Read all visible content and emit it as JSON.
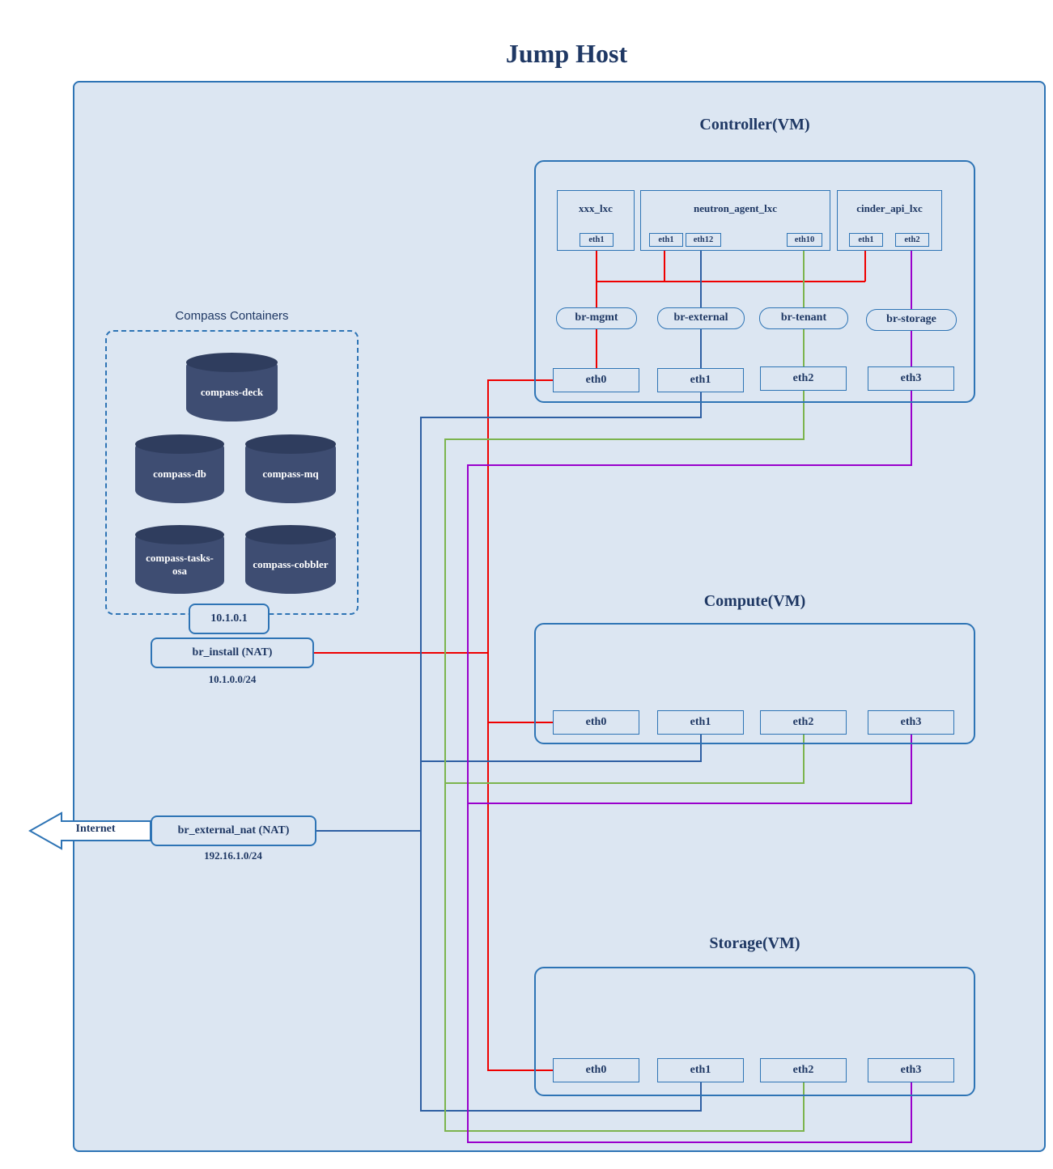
{
  "title": "Jump Host",
  "internet": {
    "label": "Internet"
  },
  "install": {
    "ip": "10.1.0.1",
    "label": "br_install (NAT)",
    "subnet": "10.1.0.0/24"
  },
  "external": {
    "label": "br_external_nat (NAT)",
    "subnet": "192.16.1.0/24"
  },
  "compass": {
    "title": "Compass Containers",
    "containers": [
      "compass-deck",
      "compass-db",
      "compass-mq",
      "compass-tasks-osa",
      "compass-cobbler"
    ]
  },
  "controller": {
    "title": "Controller(VM)",
    "lxc": [
      {
        "name": "xxx_lxc",
        "ports": [
          "eth1"
        ]
      },
      {
        "name": "neutron_agent_lxc",
        "ports": [
          "eth1",
          "eth12",
          "eth10"
        ]
      },
      {
        "name": "cinder_api_lxc",
        "ports": [
          "eth1",
          "eth2"
        ]
      }
    ],
    "bridges": [
      "br-mgmt",
      "br-external",
      "br-tenant",
      "br-storage"
    ],
    "eths": [
      "eth0",
      "eth1",
      "eth2",
      "eth3"
    ]
  },
  "compute": {
    "title": "Compute(VM)",
    "eths": [
      "eth0",
      "eth1",
      "eth2",
      "eth3"
    ]
  },
  "storage": {
    "title": "Storage(VM)",
    "eths": [
      "eth0",
      "eth1",
      "eth2",
      "eth3"
    ]
  },
  "colors": {
    "canvas_fill": "#dce6f2",
    "box_border": "#2e74b5",
    "text": "#1f3864",
    "cylinder_fill": "#3e4d72",
    "cylinder_top": "#2f3d5e"
  },
  "networks": {
    "mgmt": "#ef0000",
    "external": "#2e5fa3",
    "tenant": "#7cb44e",
    "storage": "#9900cc"
  }
}
